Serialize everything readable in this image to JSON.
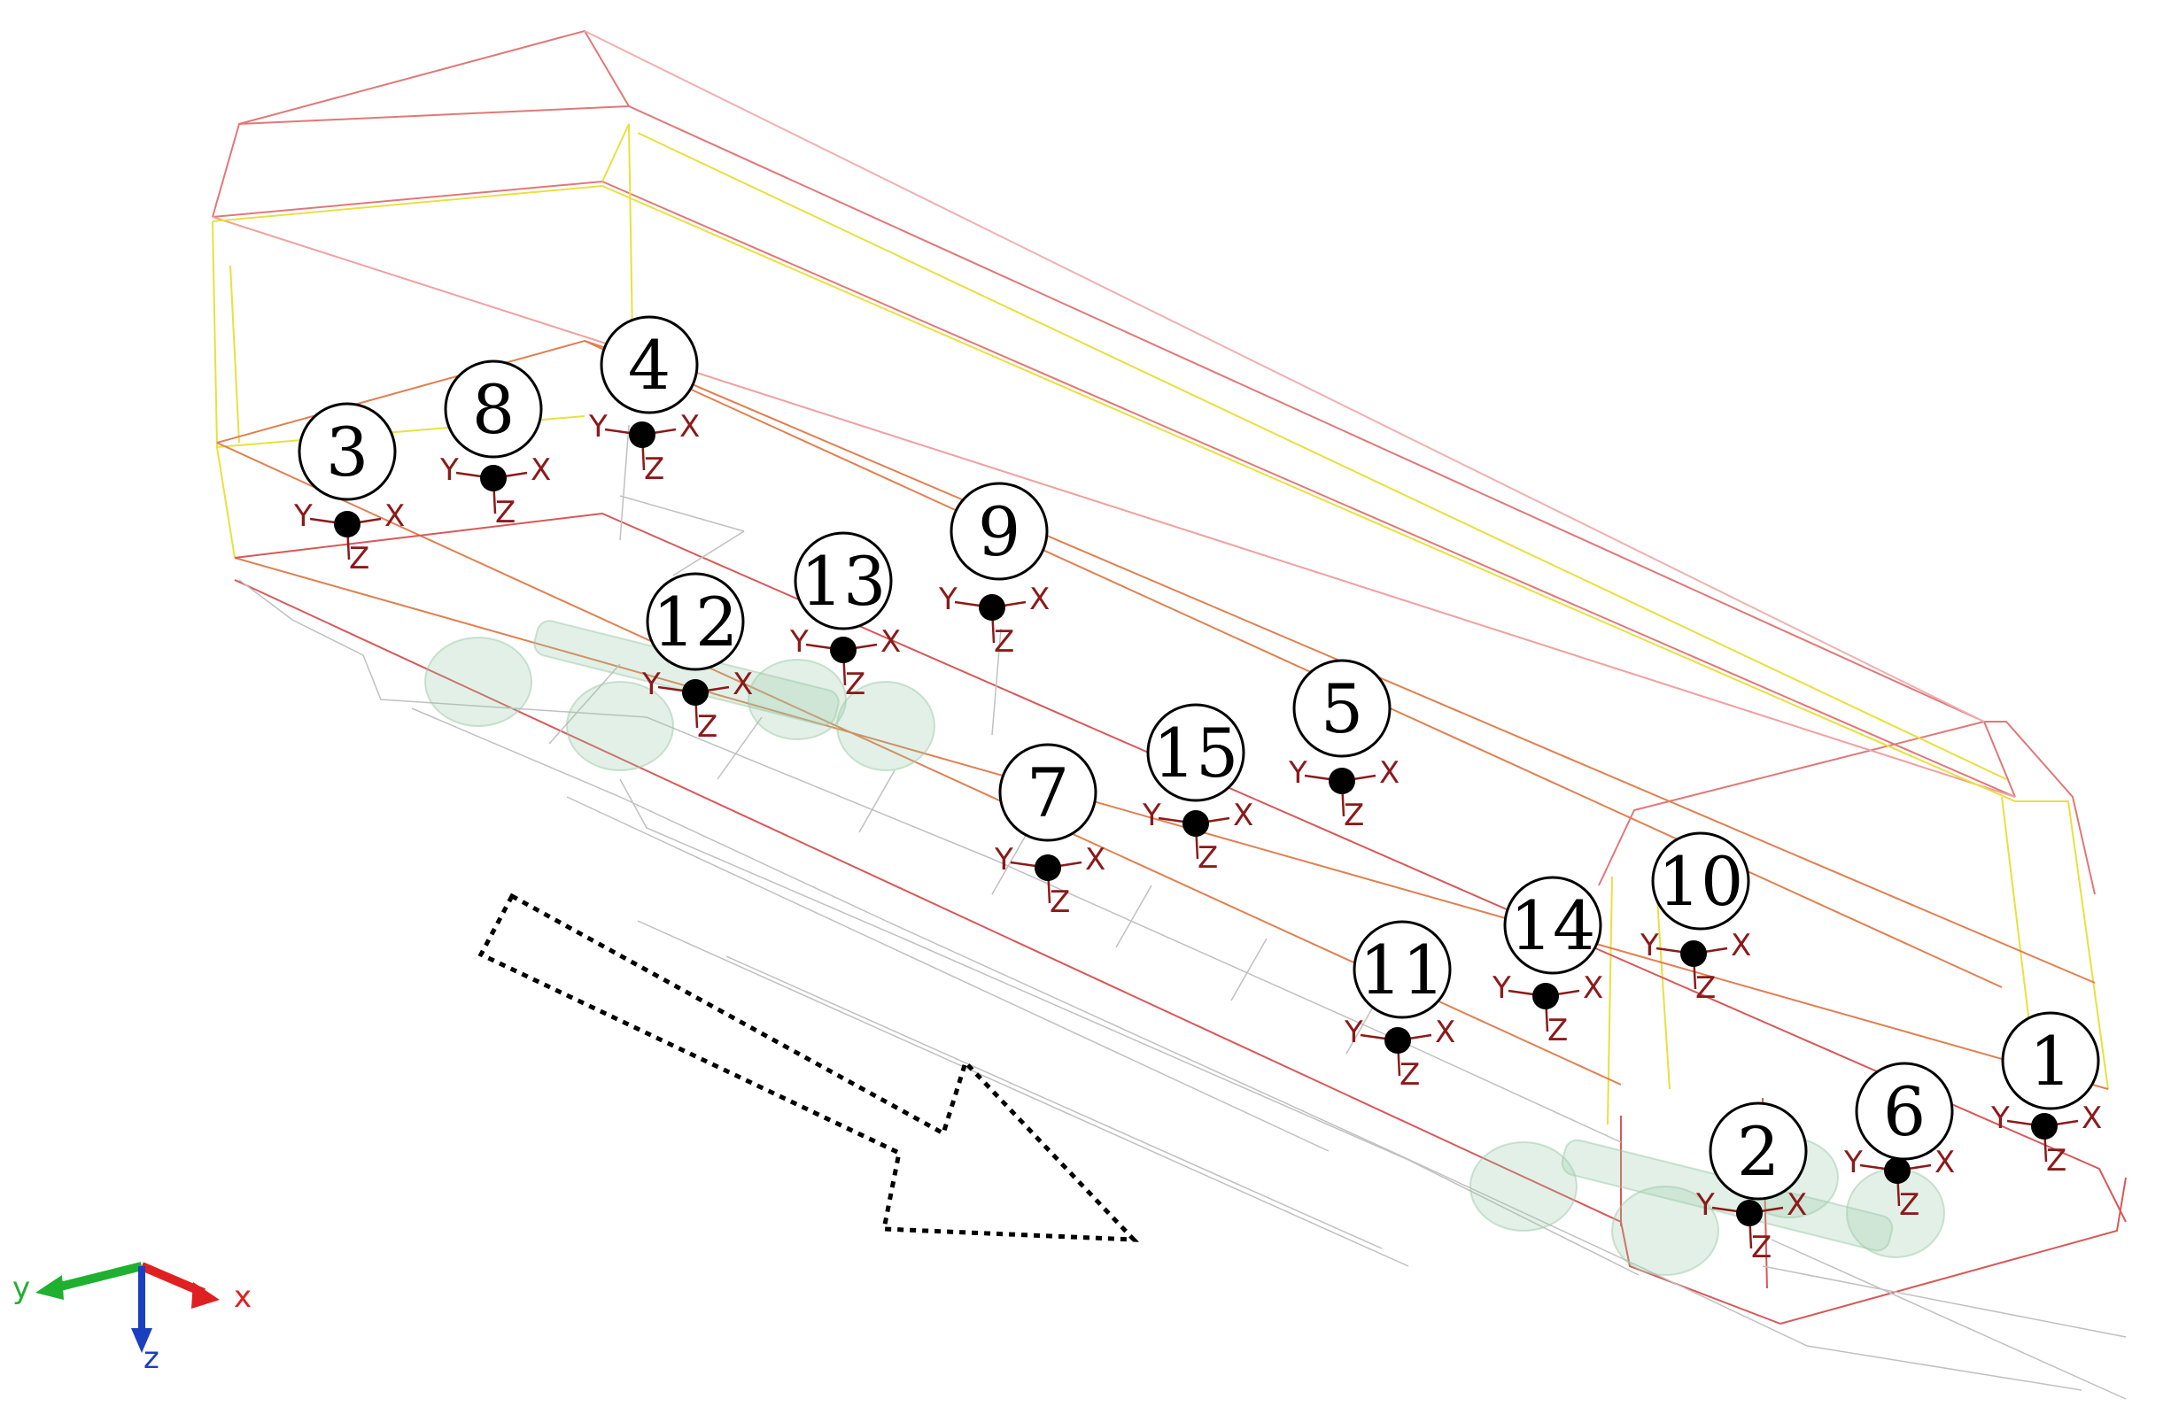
{
  "axis_letters": {
    "x": "X",
    "y": "Y",
    "z": "Z"
  },
  "global_triad": {
    "x": "x",
    "y": "y",
    "z": "z"
  },
  "colors": {
    "edge_red": "#e07070",
    "edge_yellow": "#e8e040",
    "edge_grey": "#b8b8b8",
    "bogie_green": "#9cc9a8",
    "sensor_axis": "#8b1a1a",
    "triad_x": "#e02020",
    "triad_y": "#20b030",
    "triad_z": "#1a40c0"
  },
  "sensors": [
    {
      "id": "3"
    },
    {
      "id": "8"
    },
    {
      "id": "4"
    },
    {
      "id": "12"
    },
    {
      "id": "13"
    },
    {
      "id": "9"
    },
    {
      "id": "7"
    },
    {
      "id": "15"
    },
    {
      "id": "5"
    },
    {
      "id": "11"
    },
    {
      "id": "14"
    },
    {
      "id": "10"
    },
    {
      "id": "2"
    },
    {
      "id": "6"
    },
    {
      "id": "1"
    }
  ]
}
